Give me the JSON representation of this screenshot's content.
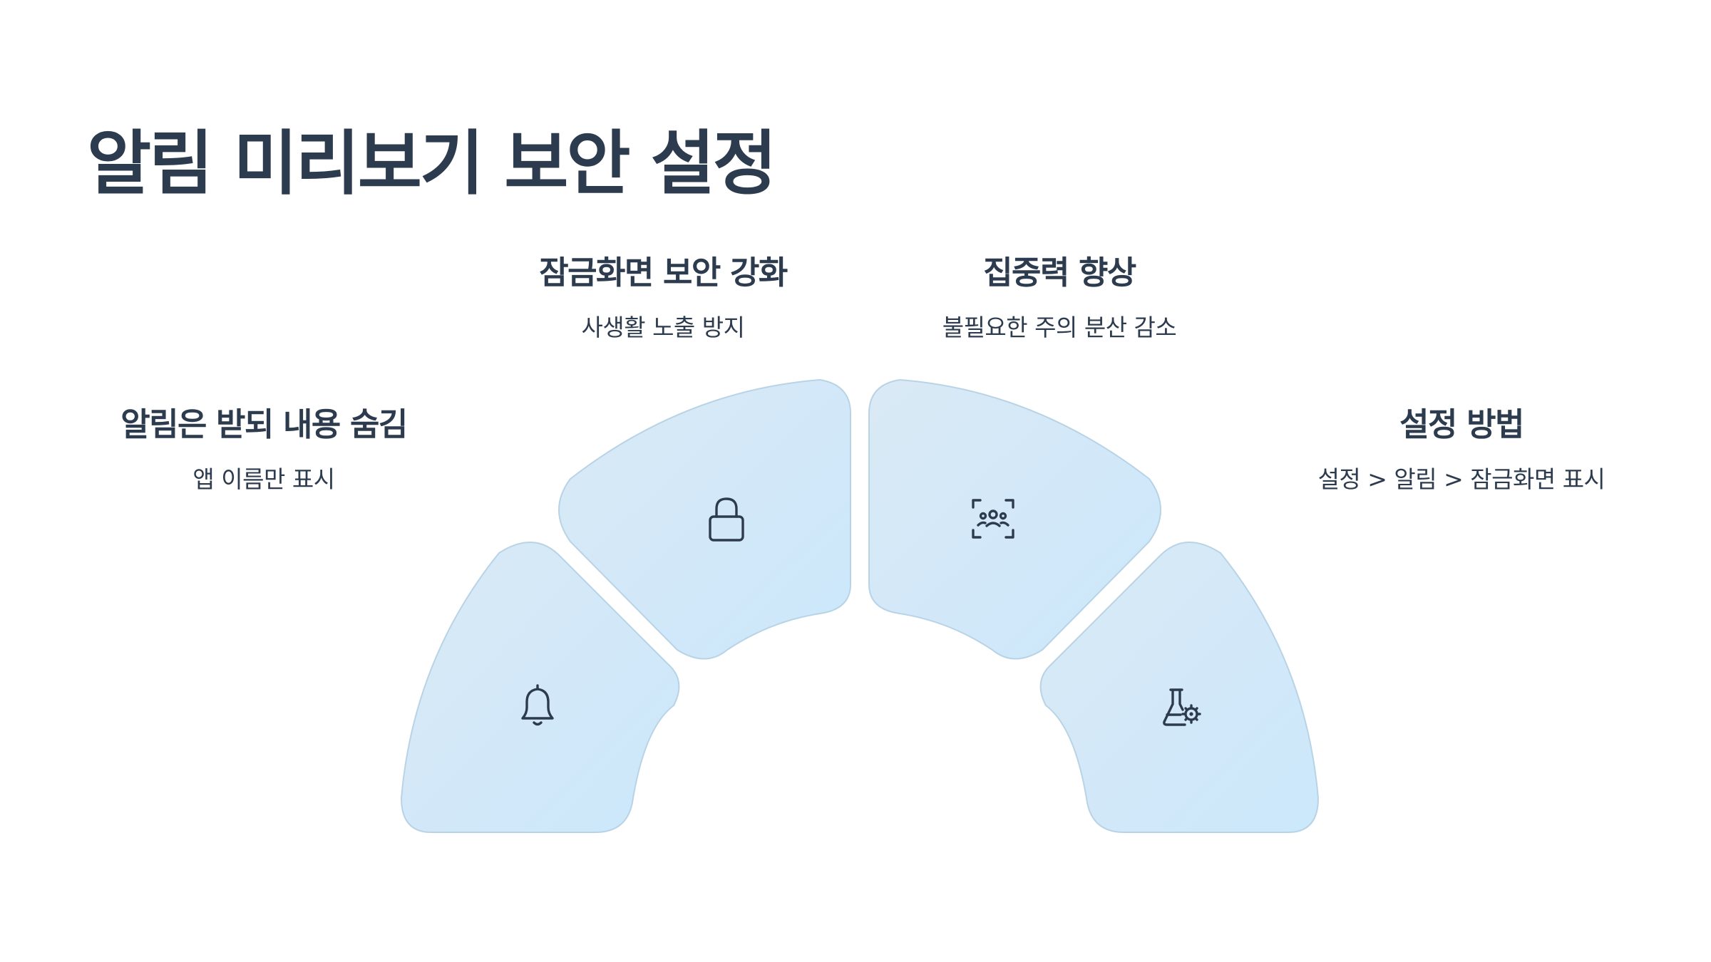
{
  "title": "알림 미리보기 보안 설정",
  "segments": [
    {
      "heading": "알림은 받되 내용 숨김",
      "desc": "앱 이름만 표시",
      "icon": "bell-icon"
    },
    {
      "heading": "잠금화면 보안 강화",
      "desc": "사생활 노출 방지",
      "icon": "lock-icon"
    },
    {
      "heading": "집중력 향상",
      "desc": "불필요한 주의 분산 감소",
      "icon": "people-focus-icon"
    },
    {
      "heading": "설정 방법",
      "desc": "설정 > 알림 > 잠금화면 표시",
      "icon": "flask-gear-icon"
    }
  ],
  "colors": {
    "title": "#2d3b4e",
    "segment_fill_top": "#dae9f5",
    "segment_fill_bottom": "#cbe8fb",
    "segment_stroke": "#b9d3e6"
  }
}
